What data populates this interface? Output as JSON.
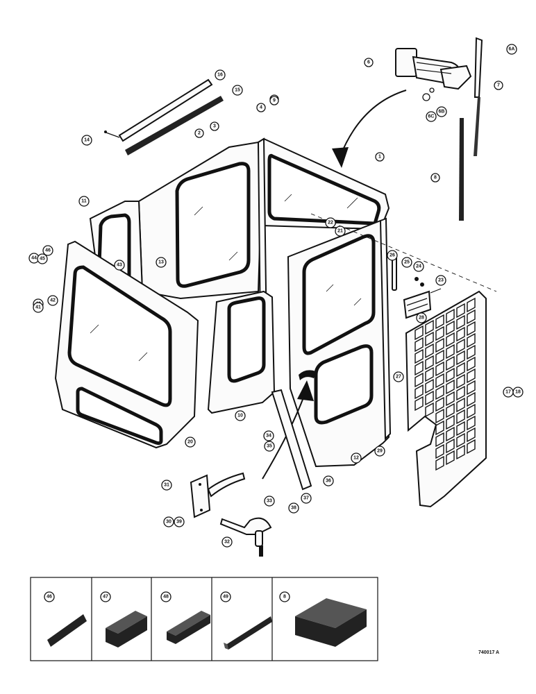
{
  "figure_code": "740017 A",
  "callouts": [
    "1",
    "2",
    "3",
    "4",
    "5",
    "6",
    "6A",
    "6B",
    "6C",
    "7",
    "8",
    "9",
    "10",
    "11",
    "12",
    "13",
    "14",
    "15",
    "16",
    "17",
    "18",
    "20",
    "21",
    "22",
    "23",
    "24",
    "25",
    "26",
    "27",
    "28",
    "29",
    "30",
    "31",
    "32",
    "33",
    "34",
    "35",
    "36",
    "37",
    "38",
    "39",
    "40",
    "41",
    "42",
    "43",
    "44",
    "45",
    "46"
  ],
  "materials_legend": [
    {
      "callout": "46",
      "icon": "thin-seal-strip"
    },
    {
      "callout": "47",
      "icon": "thick-foam-strip"
    },
    {
      "callout": "48",
      "icon": "medium-foam-strip"
    },
    {
      "callout": "49",
      "icon": "channel-seal-strip"
    },
    {
      "callout": "8",
      "icon": "foam-block"
    }
  ]
}
